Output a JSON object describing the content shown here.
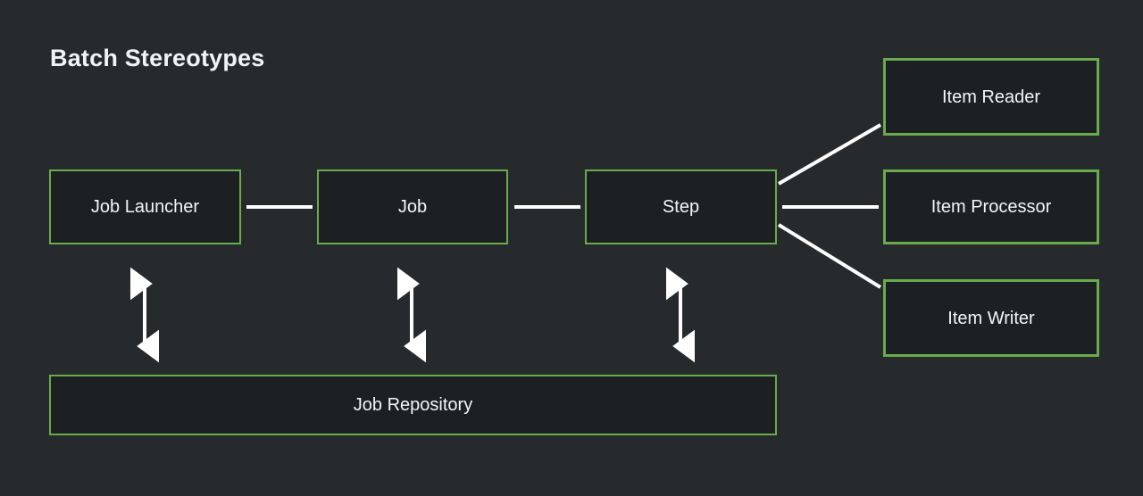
{
  "title": "Batch Stereotypes",
  "colors": {
    "background": "#262a2d",
    "box_fill": "#1c2023",
    "box_border": "#6aab4d",
    "text": "#f4f5f6",
    "connector": "#ffffff"
  },
  "nodes": {
    "job_launcher": "Job Launcher",
    "job": "Job",
    "step": "Step",
    "item_reader": "Item Reader",
    "item_processor": "Item Processor",
    "item_writer": "Item Writer",
    "job_repository": "Job Repository"
  },
  "connections": [
    {
      "from": "Job Launcher",
      "to": "Job",
      "style": "line",
      "direction": "none"
    },
    {
      "from": "Job",
      "to": "Step",
      "style": "line",
      "direction": "none"
    },
    {
      "from": "Step",
      "to": "Item Reader",
      "style": "diagonal-line",
      "direction": "none"
    },
    {
      "from": "Step",
      "to": "Item Processor",
      "style": "line",
      "direction": "none"
    },
    {
      "from": "Step",
      "to": "Item Writer",
      "style": "diagonal-line",
      "direction": "none"
    },
    {
      "from": "Job Launcher",
      "to": "Job Repository",
      "style": "arrow",
      "direction": "both"
    },
    {
      "from": "Job",
      "to": "Job Repository",
      "style": "arrow",
      "direction": "both"
    },
    {
      "from": "Step",
      "to": "Job Repository",
      "style": "arrow",
      "direction": "both"
    }
  ]
}
